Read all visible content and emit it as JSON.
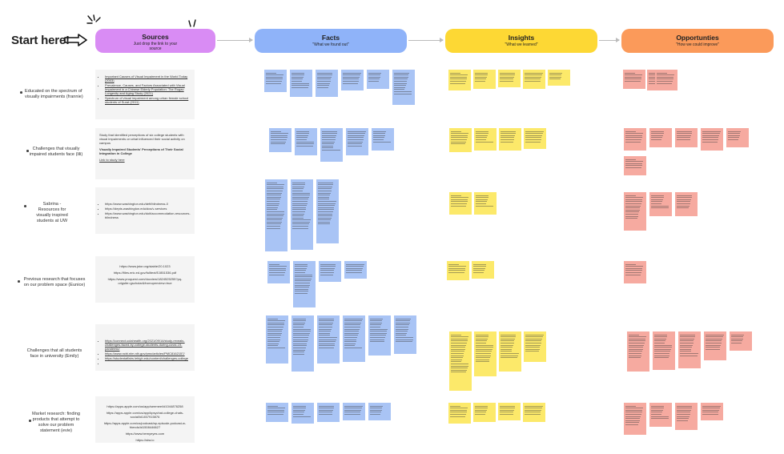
{
  "start": {
    "label": "Start here!"
  },
  "headers": {
    "sources": {
      "title": "Sources",
      "subtitle": "Just drop the link to your source"
    },
    "facts": {
      "title": "Facts",
      "subtitle": "\"What we found out\""
    },
    "insights": {
      "title": "Insights",
      "subtitle": "\"What we learned\""
    },
    "opportunities": {
      "title": "Opportunties",
      "subtitle": "\"How we could improve\""
    }
  },
  "rows": [
    {
      "label": "Educated on the spectrum of visually impairments (frannie)",
      "sources": [
        "Important Causes of Visual Impairment in the World Today (2003)",
        "Prevalence, Causes, and Factors Associated with Visual Impairment in a Chinese Elderly Population: The Rugao Longevity and Aging Study (2021)",
        "Spectrum of visual impairment among urban female school students of Surat (2011)"
      ]
    },
    {
      "label": "Challenges that visually impaired students face (lili)",
      "intro": "Study that identified perceptions of six college students with visual impairments on what influenced their social activity on campus",
      "title": "Visually Impaired Students' Perceptions of Their Social Integration in College",
      "link": "Link to study here"
    },
    {
      "label": "Sabrina - Resources for visually inspired students at UW",
      "sources": [
        "https://www.washington.edu/deft/blindness-0",
        "https://depts.washington.edu/dcs/v-services",
        "https://www.washington.edu/doit/accommodation-resources-blindness"
      ]
    },
    {
      "label": "Previous research that focuses on our problem space (Eunice)",
      "links": [
        "https://www.jstor.org/stable/20.1023",
        "https://files.eric.ed.gov/fulltext/EJ851536.pdf",
        "https://www.proquest.com/docview/1824525255?pq-origsite=gscholar&fromopenview=true"
      ]
    },
    {
      "label": "Challenges that all students face in university (Emily)",
      "sources": [
        "https://connect.uclahealth.org/2021/09/14/study-reveals-challenges-faced-by-college-students-during-covid-19-pandemic/",
        "https://www.ncbi.nlm.nih.gov/pmc/articles/PMC8162157/",
        "https://studentaffairs.lehigh.edu/content/challenges-college",
        ""
      ]
    },
    {
      "label": "Market research: finding products that attempt to solve our problem statement (evie)",
      "links": [
        "https://apps.apple.com/us/app/seemee/id1044876258",
        "https://apps.apple.com/us/app/kpsychat-college-chats-social/id1457915876",
        "https://apps.apple.com/us/podcast/ap-episode-podcast-w-friends/id1508446627",
        "https://www.bemyeyes.com",
        "https://aira.io"
      ]
    }
  ],
  "colors": {
    "sources": "#d98cf4",
    "facts": "#8fb3f9",
    "insights": "#fdd834",
    "opportunities": "#fb9a5a",
    "note_blue": "#a9c4f5",
    "note_yellow": "#fce96a",
    "note_red": "#f6aaa0"
  },
  "icons": [
    "right-arrow-icon",
    "sparkle-icon"
  ]
}
